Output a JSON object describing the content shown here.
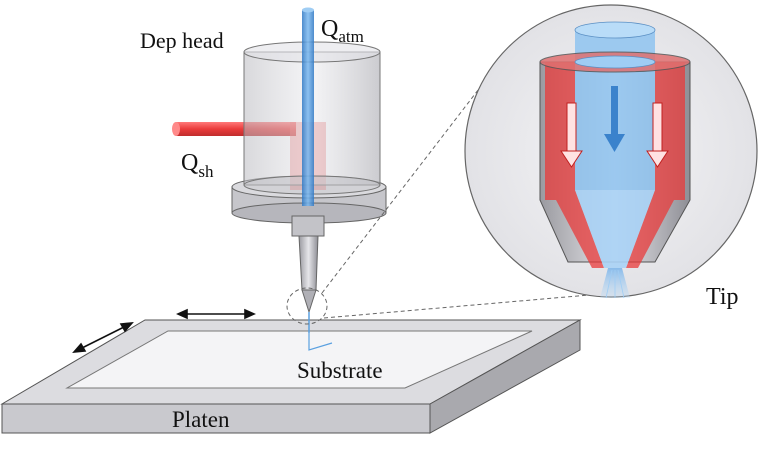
{
  "labels": {
    "dep_head": "Dep head",
    "q_atm_main": "Q",
    "q_atm_sub": "atm",
    "q_sh_main": "Q",
    "q_sh_sub": "sh",
    "tip": "Tip",
    "substrate": "Substrate",
    "platen": "Platen"
  },
  "colors": {
    "atm_flow": "#4a90d9",
    "sheath_flow": "#e03030",
    "housing": "#c8c8cc",
    "platen": "#d6d6da",
    "substrate": "#f2f2f4"
  },
  "icons": {
    "motion_x": "double-arrow",
    "motion_y": "double-arrow",
    "flow": "down-arrow"
  }
}
